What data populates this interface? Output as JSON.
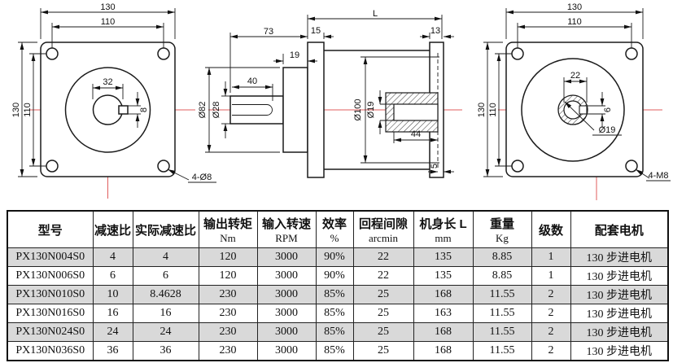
{
  "drawings": {
    "front_view": {
      "flange_width": "130",
      "bolt_spacing_h": "110",
      "flange_height": "130",
      "bolt_spacing_v": "110",
      "shaft_width": "32",
      "keyway_width": "8",
      "mount_holes": "4-Ø8"
    },
    "side_view": {
      "front_length": "73",
      "flange_thickness": "15",
      "total_length": "L",
      "rear_flange_thickness": "13",
      "step_length": "19",
      "keyway_length": "40",
      "boss_diameter": "Ø82",
      "shaft_diameter": "Ø28",
      "pilot_diameter": "Ø100",
      "input_bore_diameter": "Ø19",
      "input_bore_depth": "44",
      "rear_step": "5"
    },
    "rear_view": {
      "flange_width": "130",
      "bolt_spacing_h": "110",
      "flange_height": "130",
      "bolt_spacing_v": "110",
      "hub_width": "22",
      "keyway_width": "6",
      "input_bore_diameter": "Ø19",
      "mount_holes": "4-M8"
    }
  },
  "table": {
    "headers": [
      {
        "line1": "型号",
        "line2": ""
      },
      {
        "line1": "减速比",
        "line2": ""
      },
      {
        "line1": "实际减速比",
        "line2": ""
      },
      {
        "line1": "输出转矩",
        "line2": "Nm"
      },
      {
        "line1": "输入转速",
        "line2": "RPM"
      },
      {
        "line1": "效率",
        "line2": "%"
      },
      {
        "line1": "回程间隙",
        "line2": "arcmin"
      },
      {
        "line1": "机身长 L",
        "line2": "mm"
      },
      {
        "line1": "重量",
        "line2": "Kg"
      },
      {
        "line1": "级数",
        "line2": ""
      },
      {
        "line1": "配套电机",
        "line2": ""
      }
    ],
    "rows": [
      [
        "PX130N004S0",
        "4",
        "4",
        "120",
        "3000",
        "90%",
        "22",
        "135",
        "8.85",
        "1",
        "130 步进电机"
      ],
      [
        "PX130N006S0",
        "6",
        "6",
        "120",
        "3000",
        "90%",
        "22",
        "135",
        "8.85",
        "1",
        "130 步进电机"
      ],
      [
        "PX130N010S0",
        "10",
        "8.4628",
        "230",
        "3000",
        "85%",
        "25",
        "168",
        "11.55",
        "2",
        "130 步进电机"
      ],
      [
        "PX130N016S0",
        "16",
        "16",
        "230",
        "3000",
        "85%",
        "25",
        "163",
        "11.55",
        "2",
        "130 步进电机"
      ],
      [
        "PX130N024S0",
        "24",
        "24",
        "230",
        "3000",
        "85%",
        "25",
        "168",
        "11.55",
        "2",
        "130 步进电机"
      ],
      [
        "PX130N036S0",
        "36",
        "36",
        "230",
        "3000",
        "85%",
        "25",
        "168",
        "11.55",
        "2",
        "130 步进电机"
      ]
    ]
  }
}
